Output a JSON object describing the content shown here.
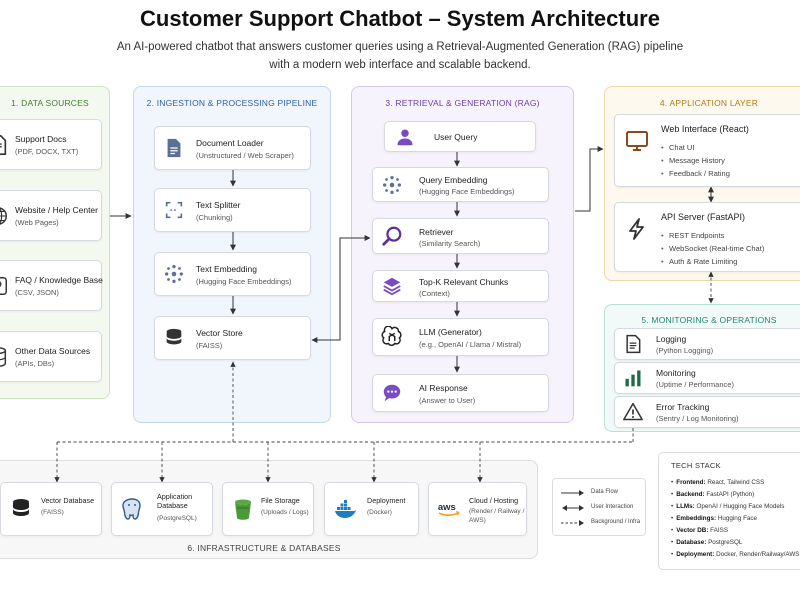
{
  "header": {
    "title": "Customer Support Chatbot – System Architecture",
    "subtitle_line1": "An AI-powered chatbot that answers customer queries using a Retrieval-Augmented Generation (RAG) pipeline",
    "subtitle_line2": "with a modern web interface and scalable backend."
  },
  "sources": {
    "title": "1. DATA SOURCES",
    "items": [
      {
        "label": "Support Docs",
        "sub": "(PDF, DOCX, TXT)",
        "icon": "document-icon"
      },
      {
        "label": "Website / Help Center",
        "sub": "(Web Pages)",
        "icon": "globe-icon"
      },
      {
        "label": "FAQ / Knowledge Base",
        "sub": "(CSV, JSON)",
        "icon": "knowledge-icon"
      },
      {
        "label": "Other Data Sources",
        "sub": "(APIs, DBs)",
        "icon": "database-icon"
      }
    ]
  },
  "ingestion": {
    "title": "2. INGESTION & PROCESSING PIPELINE",
    "items": [
      {
        "label": "Document Loader",
        "sub": "(Unstructured / Web Scraper)",
        "icon": "file-icon"
      },
      {
        "label": "Text Splitter",
        "sub": "(Chunking)",
        "icon": "split-icon"
      },
      {
        "label": "Text Embedding",
        "sub": "(Hugging Face Embeddings)",
        "icon": "embedding-icon"
      },
      {
        "label": "Vector Store",
        "sub": "(FAISS)",
        "icon": "database-icon"
      }
    ]
  },
  "rag": {
    "title": "3. RETRIEVAL & GENERATION (RAG)",
    "items": [
      {
        "label": "User Query",
        "sub": "",
        "icon": "user-icon"
      },
      {
        "label": "Query Embedding",
        "sub": "(Hugging Face Embeddings)",
        "icon": "embedding-icon"
      },
      {
        "label": "Retriever",
        "sub": "(Similarity Search)",
        "icon": "search-icon"
      },
      {
        "label": "Top-K Relevant Chunks",
        "sub": "(Context)",
        "icon": "layers-icon"
      },
      {
        "label": "LLM (Generator)",
        "sub": "(e.g., OpenAI / Llama / Mistral)",
        "icon": "llm-icon"
      },
      {
        "label": "AI Response",
        "sub": "(Answer to User)",
        "icon": "chat-icon"
      }
    ]
  },
  "app": {
    "title": "4. APPLICATION LAYER",
    "web": {
      "label": "Web Interface (React)",
      "bullets": [
        "Chat UI",
        "Message History",
        "Feedback / Rating"
      ]
    },
    "api": {
      "label": "API Server (FastAPI)",
      "bullets": [
        "REST Endpoints",
        "WebSocket (Real-time Chat)",
        "Auth & Rate Limiting"
      ]
    }
  },
  "monitoring": {
    "title": "5. MONITORING & OPERATIONS",
    "items": [
      {
        "label": "Logging",
        "sub": "(Python Logging)",
        "icon": "log-icon"
      },
      {
        "label": "Monitoring",
        "sub": "(Uptime / Performance)",
        "icon": "bar-chart-icon"
      },
      {
        "label": "Error Tracking",
        "sub": "(Sentry / Log Monitoring)",
        "icon": "warning-icon"
      }
    ]
  },
  "infra": {
    "title": "6. INFRASTRUCTURE & DATABASES",
    "items": [
      {
        "label": "Vector Database",
        "sub": "(FAISS)",
        "icon": "database-icon"
      },
      {
        "label": "Application Database",
        "sub": "(PostgreSQL)",
        "icon": "postgres-icon"
      },
      {
        "label": "File Storage",
        "sub": "(Uploads / Logs)",
        "icon": "bucket-icon"
      },
      {
        "label": "Deployment",
        "sub": "(Docker)",
        "icon": "docker-icon"
      },
      {
        "label": "Cloud / Hosting",
        "sub": "(Render / Railway / AWS)",
        "icon": "aws-icon"
      }
    ]
  },
  "legend": {
    "data_flow": "Data Flow",
    "user_interaction": "User Interaction",
    "background": "Background / Infra"
  },
  "tech_stack": {
    "title": "TECH STACK",
    "items": [
      {
        "key": "Frontend:",
        "value": "React, Tailwind CSS"
      },
      {
        "key": "Backend:",
        "value": "FastAPI (Python)"
      },
      {
        "key": "LLMs:",
        "value": "OpenAI / Hugging Face Models"
      },
      {
        "key": "Embeddings:",
        "value": "Hugging Face"
      },
      {
        "key": "Vector DB:",
        "value": "FAISS"
      },
      {
        "key": "Database:",
        "value": "PostgreSQL"
      },
      {
        "key": "Deployment:",
        "value": "Docker, Render/Railway/AWS"
      }
    ]
  },
  "colors": {
    "sources": "#3f7d2a",
    "ingestion": "#2b5fa8",
    "rag": "#6b3ea8",
    "app": "#b07a12",
    "monitoring": "#23876f",
    "icon_blue": "#5b6f96",
    "icon_purple": "#7b4cc1"
  }
}
